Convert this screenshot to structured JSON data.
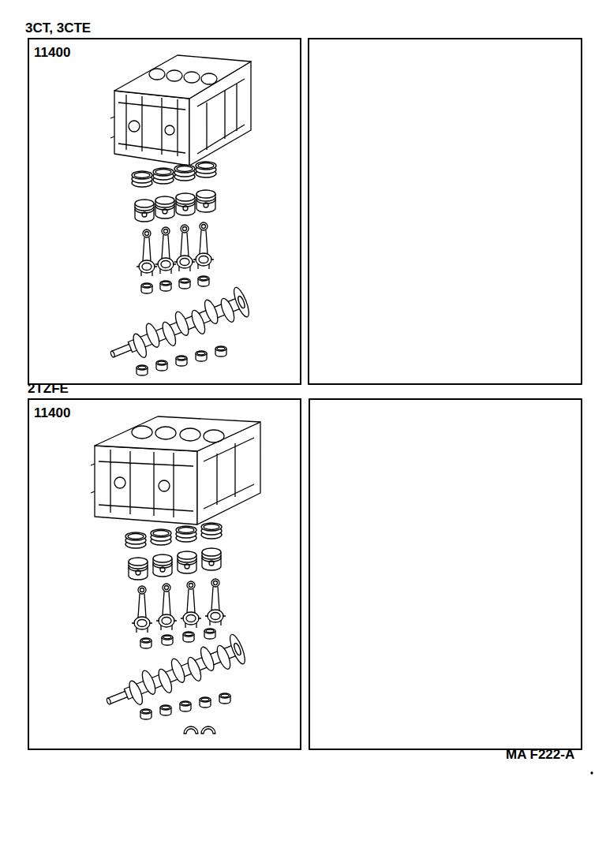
{
  "diagram": {
    "nodes": [
      {
        "text": [
          "3CT, 3CTE",
          "11400"
        ]
      },
      {
        "text": [
          "2TZFE",
          "11400"
        ]
      }
    ],
    "labels": [
      "MA F222-A"
    ]
  }
}
